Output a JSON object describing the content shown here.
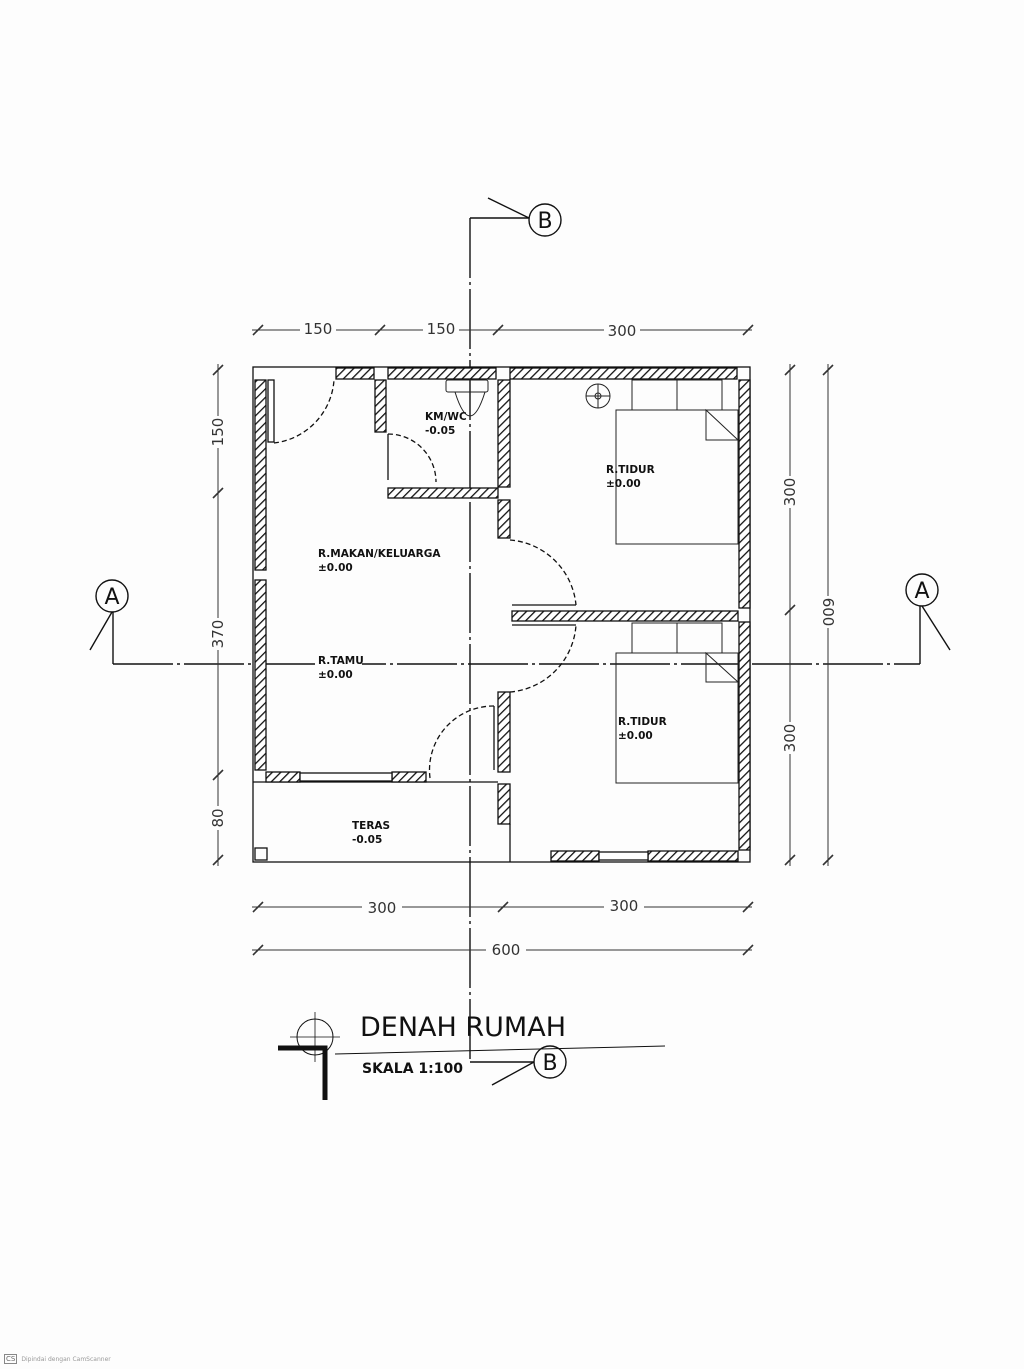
{
  "title": "DENAH RUMAH",
  "scale": "SKALA 1:100",
  "rooms": [
    {
      "name": "KM/WC",
      "level": "-0.05"
    },
    {
      "name": "R.TIDUR",
      "level": "±0.00"
    },
    {
      "name": "R.MAKAN/KELUARGA",
      "level": "±0.00"
    },
    {
      "name": "R.TAMU",
      "level": "±0.00"
    },
    {
      "name": "R.TIDUR",
      "level": "±0.00"
    },
    {
      "name": "TERAS",
      "level": "-0.05"
    }
  ],
  "dimensions": {
    "top": [
      "150",
      "150",
      "300"
    ],
    "left": [
      "150",
      "370",
      "80"
    ],
    "right_inner": [
      "300",
      "300"
    ],
    "right_total": "600",
    "bottom": [
      "300",
      "300"
    ],
    "bottom_total": "600"
  },
  "section_markers": {
    "horizontal": "A",
    "vertical": "B"
  },
  "watermark": {
    "logo": "CS",
    "text": "Dipindai dengan CamScanner"
  }
}
